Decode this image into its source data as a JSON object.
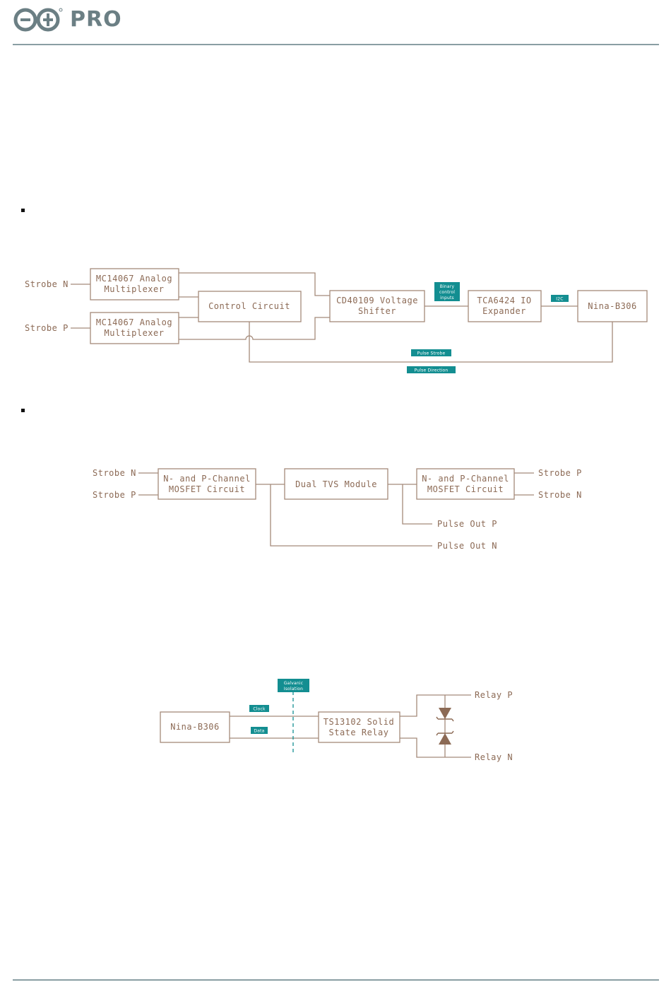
{
  "header": {
    "brand": "PRO"
  },
  "diagram1": {
    "inputs": [
      "Strobe N",
      "Strobe P"
    ],
    "mux_top": [
      "MC14067 Analog",
      "Multiplexer"
    ],
    "mux_bottom": [
      "MC14067 Analog",
      "Multiplexer"
    ],
    "control": "Control Circuit",
    "shifter": [
      "CD40109 Voltage",
      "Shifter"
    ],
    "expander": [
      "TCA6424 IO",
      "Expander"
    ],
    "nina": "Nina-B306",
    "tag_binary": [
      "Binary",
      "control",
      "inputs"
    ],
    "tag_i2c": "I2C",
    "tag_pulse_strobe": "Pulse Strobe",
    "tag_pulse_direction": "Pulse Direction"
  },
  "diagram2": {
    "in_n": "Strobe N",
    "in_p": "Strobe P",
    "mosfet_left": [
      "N- and P-Channel",
      "MOSFET Circuit"
    ],
    "tvs": "Dual TVS Module",
    "mosfet_right": [
      "N- and P-Channel",
      "MOSFET Circuit"
    ],
    "out_p": "Strobe P",
    "out_n": "Strobe N",
    "pulse_p": "Pulse Out P",
    "pulse_n": "Pulse Out N"
  },
  "diagram3": {
    "nina": "Nina-B306",
    "relay": [
      "TS13102 Solid",
      "State Relay"
    ],
    "tag_clock": "Clock",
    "tag_data": "Data",
    "tag_galvanic": [
      "Galvanic",
      "Isolation"
    ],
    "relay_p": "Relay P",
    "relay_n": "Relay N"
  },
  "colors": {
    "accent": "#138e91",
    "line": "#a58a7a",
    "text": "#8c6a55",
    "rule": "#8a9ea3"
  }
}
